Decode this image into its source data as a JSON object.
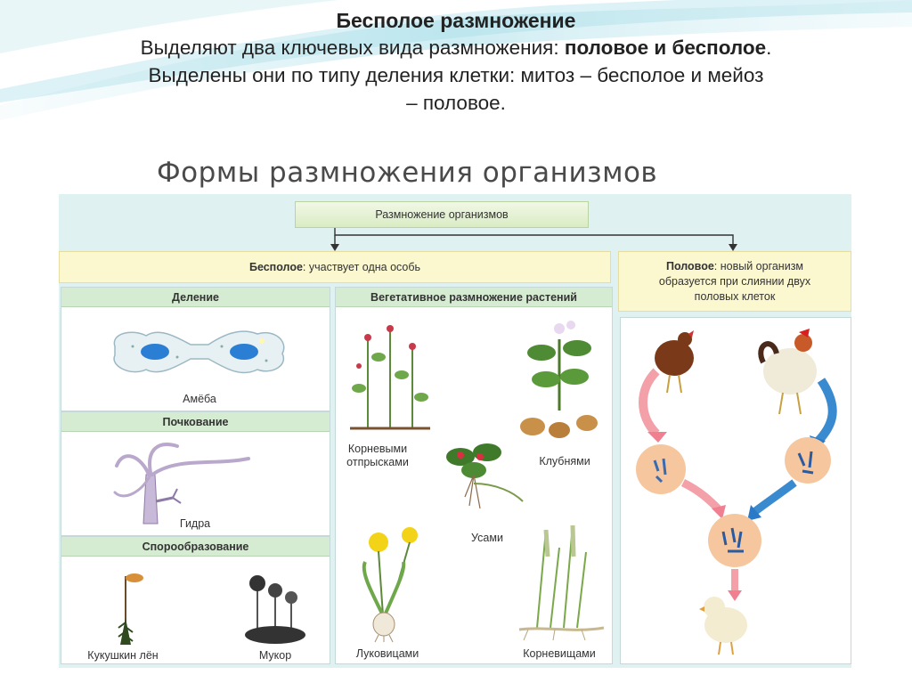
{
  "header": {
    "title": "Бесполое размножение",
    "line1_start": "Выделяют два ключевых вида размножения: ",
    "line1_bold": "половое и бесполое",
    "line1_end": ".",
    "line2": "Выделены они по типу деления клетки: митоз – бесполое и мейоз",
    "line3": "– половое."
  },
  "figure": {
    "title": "Формы размножения организмов",
    "root": "Размножение организмов",
    "asexual": {
      "bold": "Бесполое",
      "text": ": участвует одна особь"
    },
    "sexual": {
      "bold": "Половое",
      "line1_rest": ": новый организм",
      "line2": "образуется при слиянии двух",
      "line3": "половых клеток"
    },
    "sections": {
      "division": "Деление",
      "budding": "Почкование",
      "spores": "Спорообразование",
      "vegetative": "Вегетативное размножение растений"
    },
    "labels": {
      "amoeba": "Амёба",
      "hydra": "Гидра",
      "moss": "Кукушкин лён",
      "mucor": "Мукор",
      "root_suckers_1": "Корневыми",
      "root_suckers_2": "отпрысками",
      "tubers": "Клубнями",
      "runners": "Усами",
      "bulbs": "Луковицами",
      "rhizomes": "Корневищами"
    },
    "colors": {
      "panel": "#dff1f0",
      "yellow_box": "#fbf7cf",
      "green_header": "#d6ecd2",
      "cell": "#f6c79e"
    }
  }
}
